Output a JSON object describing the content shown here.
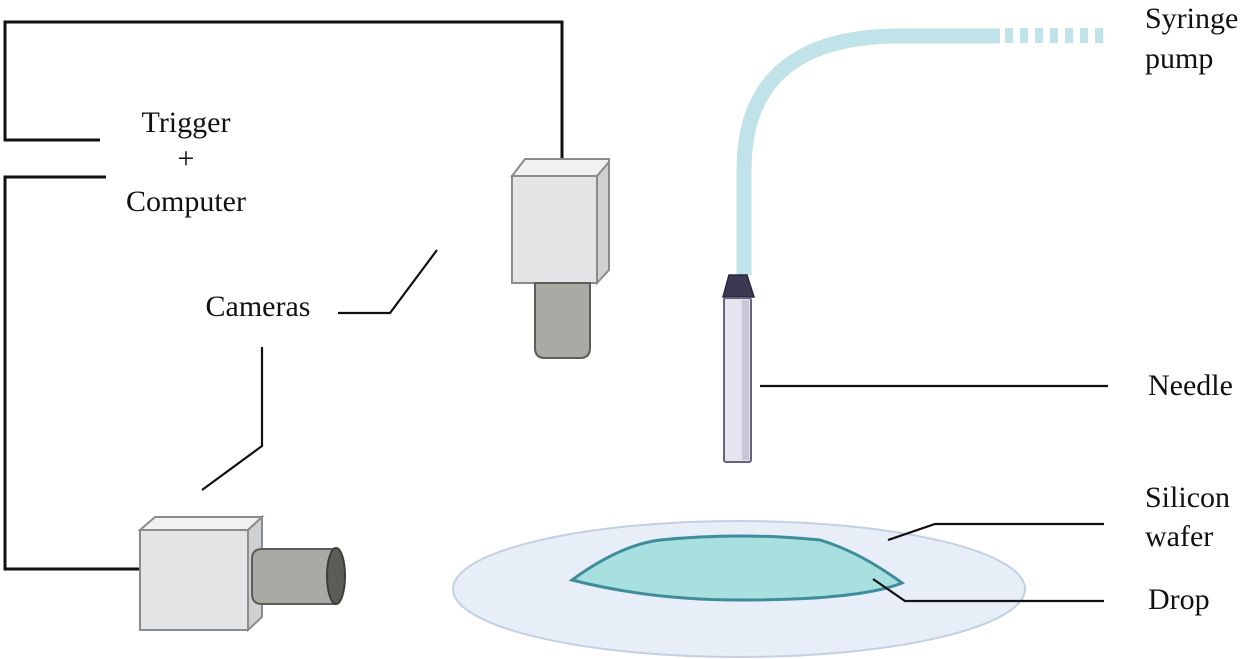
{
  "labels": {
    "trigger": "Trigger",
    "plus": "+",
    "computer": "Computer",
    "cameras": "Cameras",
    "syringe": "Syringe",
    "pump": "pump",
    "needle": "Needle",
    "silicon": "Silicon",
    "wafer": "wafer",
    "drop": "Drop"
  },
  "colors": {
    "line": "#111111",
    "camera_body_front": "#e3e4e5",
    "camera_body_top": "#f1f1f2",
    "camera_body_side": "#cfd0d2",
    "camera_edge": "#8a8b8d",
    "lens": "#a9aaa4",
    "lens_dark": "#5c5d59",
    "tube": "#bfe3e8",
    "needle_body": "#e6e4ee",
    "needle_tip": "#3d3852",
    "wafer_fill": "#e7eef8",
    "wafer_edge": "#c3d0e2",
    "drop_fill": "#a8e0df",
    "drop_edge": "#3f8c9c"
  }
}
